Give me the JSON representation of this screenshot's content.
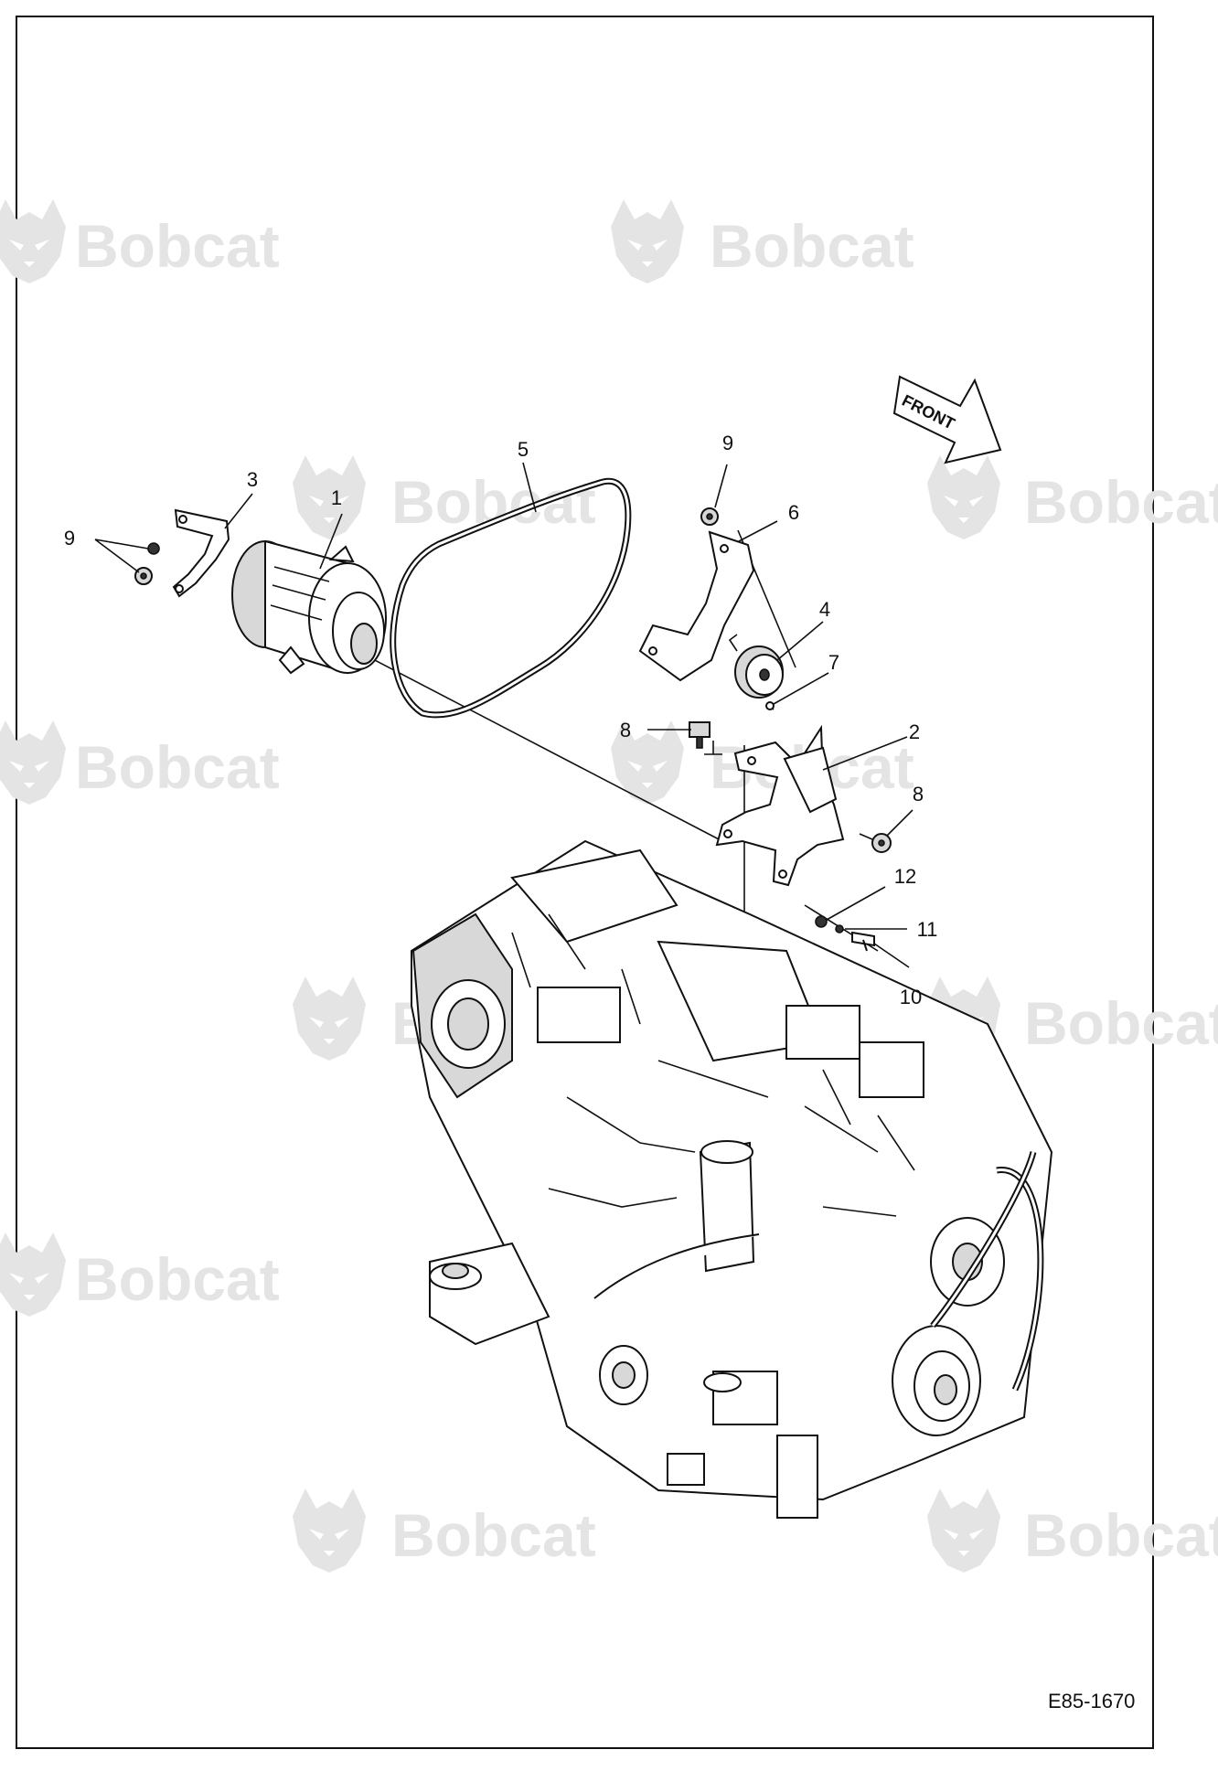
{
  "watermark": {
    "brand": "Bobcat",
    "icon": "bobcat-logo-icon",
    "color": "#e4e4e4"
  },
  "direction_arrow": {
    "label": "FRONT"
  },
  "callouts": [
    {
      "id": "c1",
      "label": "1"
    },
    {
      "id": "c2",
      "label": "2"
    },
    {
      "id": "c3",
      "label": "3"
    },
    {
      "id": "c4",
      "label": "4"
    },
    {
      "id": "c5",
      "label": "5"
    },
    {
      "id": "c6",
      "label": "6"
    },
    {
      "id": "c7",
      "label": "7"
    },
    {
      "id": "c8a",
      "label": "8"
    },
    {
      "id": "c8b",
      "label": "8"
    },
    {
      "id": "c9a",
      "label": "9"
    },
    {
      "id": "c9b",
      "label": "9"
    },
    {
      "id": "c10",
      "label": "10"
    },
    {
      "id": "c11",
      "label": "11"
    },
    {
      "id": "c12",
      "label": "12"
    }
  ],
  "reference_code": "E85-1670"
}
